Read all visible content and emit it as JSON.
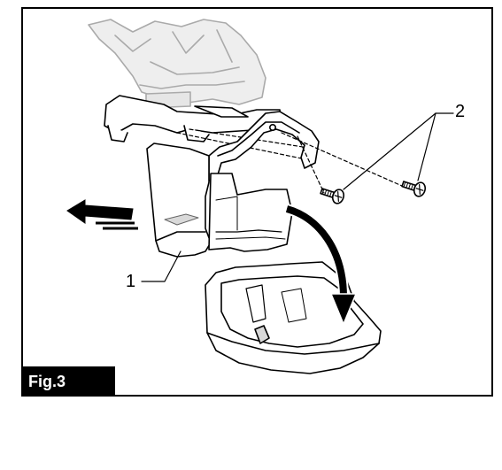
{
  "figure": {
    "label": "Fig.3",
    "callouts": [
      {
        "id": "1",
        "text": "1",
        "target": "battery-cover-holder"
      },
      {
        "id": "2",
        "text": "2",
        "target": "screws"
      }
    ]
  },
  "colors": {
    "line": "#000000",
    "fill": "#ffffff",
    "shade": "#d9d9d9",
    "label_bg": "#000000",
    "label_text": "#ffffff"
  },
  "icons": [
    "arrow-push-icon",
    "arrow-rotate-icon",
    "screw-icon"
  ]
}
